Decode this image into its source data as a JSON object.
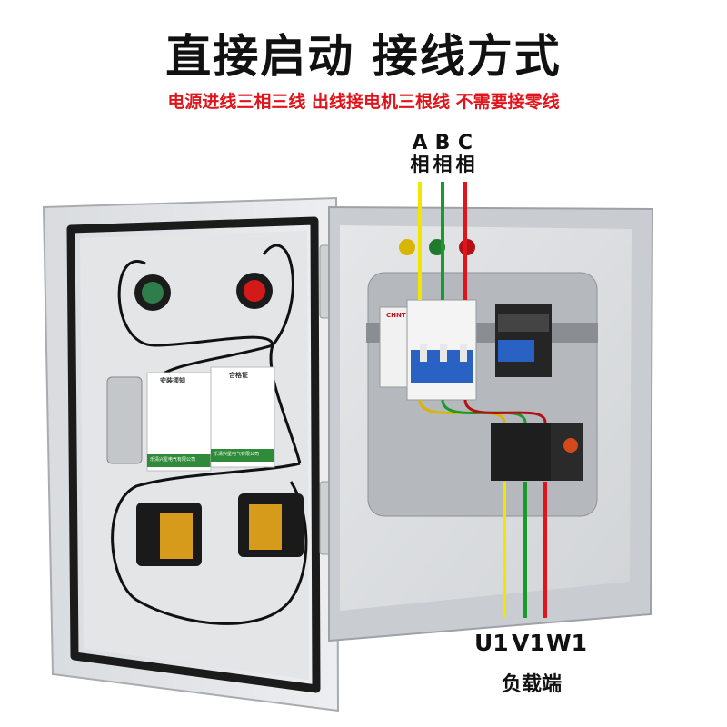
{
  "title": "直接启动 接线方式",
  "subtitle": "电源进线三相三线 出线接电机三根线 不需要接零线",
  "phases": [
    {
      "letter": "A",
      "char": "相",
      "color": "#f2e600"
    },
    {
      "letter": "B",
      "char": "相",
      "color": "#1a9a2a"
    },
    {
      "letter": "C",
      "char": "相",
      "color": "#e0141b"
    }
  ],
  "loads": [
    "U1",
    "V1",
    "W1"
  ],
  "load_label": "负载端",
  "labels": {
    "safety_notice": "安装须知",
    "certificate": "合格证",
    "company_left": "乐清兴星电气有限公司",
    "company_right": "乐清兴星电气有限公司",
    "breaker_brand": "CHNT"
  }
}
